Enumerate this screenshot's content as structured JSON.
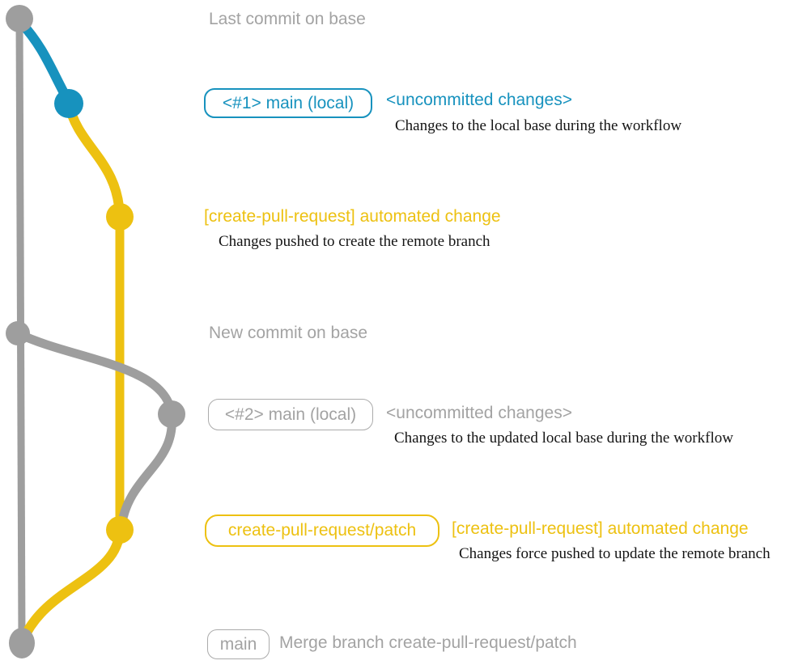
{
  "colors": {
    "teal": "#1792be",
    "yellow": "#edc111",
    "gray": "#9e9e9e",
    "gray_text": "#a3a3a3",
    "desc_black": "#141414"
  },
  "graph": {
    "type": "git-branch-diagram",
    "branches": [
      {
        "name": "base",
        "color_key": "gray"
      },
      {
        "name": "main-local",
        "color_key": "teal"
      },
      {
        "name": "create-pull-request/patch",
        "color_key": "yellow"
      }
    ],
    "commits": [
      {
        "id": "last-commit-on-base",
        "branch": "base",
        "color_key": "gray"
      },
      {
        "id": "uncommitted-changes-1",
        "branch": "main-local",
        "color_key": "teal"
      },
      {
        "id": "automated-change-1",
        "branch": "create-pull-request/patch",
        "color_key": "yellow"
      },
      {
        "id": "new-commit-on-base",
        "branch": "base",
        "color_key": "gray"
      },
      {
        "id": "uncommitted-changes-2",
        "branch": "main-local",
        "color_key": "gray"
      },
      {
        "id": "automated-change-2",
        "branch": "create-pull-request/patch",
        "color_key": "yellow"
      },
      {
        "id": "merge-commit",
        "branch": "base",
        "color_key": "gray"
      }
    ]
  },
  "annotations": {
    "last_commit_label": "Last commit on base",
    "row1": {
      "badge": "<#1> main (local)",
      "status": "<uncommitted changes>",
      "desc": "Changes to the local base during the workflow"
    },
    "row2": {
      "label": "[create-pull-request] automated change",
      "desc": "Changes pushed to create the remote branch"
    },
    "new_commit_label": "New commit on base",
    "row3": {
      "badge": "<#2> main (local)",
      "status": "<uncommitted changes>",
      "desc": "Changes to the updated local base during the workflow"
    },
    "row4": {
      "badge": "create-pull-request/patch",
      "label": "[create-pull-request] automated change",
      "desc": "Changes force pushed to update the remote branch"
    },
    "row5": {
      "badge": "main",
      "desc": "Merge branch create-pull-request/patch"
    }
  }
}
